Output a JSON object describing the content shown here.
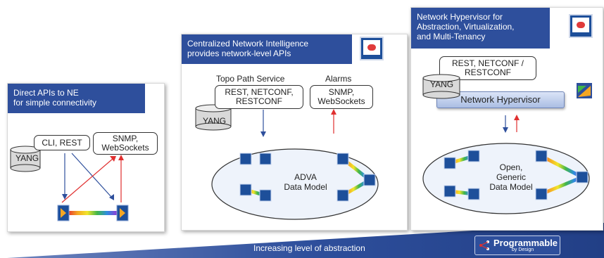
{
  "panel1": {
    "header": "Direct APIs to NE\nfor simple connectivity",
    "api_box": "CLI, REST",
    "events_box": "SNMP,\nWebSockets",
    "yang": "YANG"
  },
  "panel2": {
    "header": "Centralized Network Intelligence\nprovides network-level APIs",
    "label_topo": "Topo  Path  Service",
    "label_alarms": "Alarms",
    "api_box": "REST, NETCONF,\nRESTCONF",
    "events_box": "SNMP,\nWebSockets",
    "yang": "YANG",
    "model": "ADVA\nData Model"
  },
  "panel3": {
    "header": "Network Hypervisor for\nAbstraction, Virtualization,\nand Multi-Tenancy",
    "api_box": "REST, NETCONF /\nRESTCONF",
    "yang": "YANG",
    "hypervisor": "Network Hypervisor",
    "model": "Open,\nGeneric\nData Model"
  },
  "footer": {
    "caption": "Increasing level of abstraction"
  },
  "badge": {
    "title": "Programmable",
    "subtitle": "by Design"
  },
  "colors": {
    "header_blue": "#2e4f9c",
    "arrow_blue": "#2e4f9c",
    "arrow_red": "#e03030"
  }
}
